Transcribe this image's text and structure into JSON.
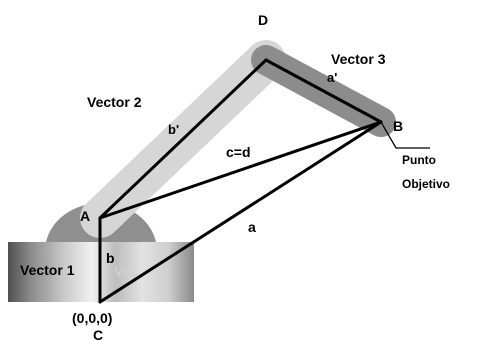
{
  "diagram": {
    "labels": {
      "d": "D",
      "vector3": "Vector 3",
      "a_prime": "a'",
      "b_point": "B",
      "vector2": "Vector 2",
      "b_prime": "b'",
      "c_eq_d": "c=d",
      "punto": "Punto",
      "objetivo": "Objetivo",
      "a_point": "A",
      "a_side": "a",
      "b_side": "b",
      "vector1": "Vector 1",
      "vector1_ghost": "Vec",
      "origin": "(0,0,0)",
      "c_point": "C"
    },
    "colors": {
      "arm_light": "#d6d6d6",
      "arm_dark": "#8c8c8c",
      "joint": "#8f8f8f",
      "base_gradient": [
        "#5a5a5a",
        "#9a9a9a",
        "#e6e6e6",
        "#b6b6b6",
        "#dcdcdc",
        "#7a7a7a"
      ],
      "lines": "#000000"
    }
  }
}
